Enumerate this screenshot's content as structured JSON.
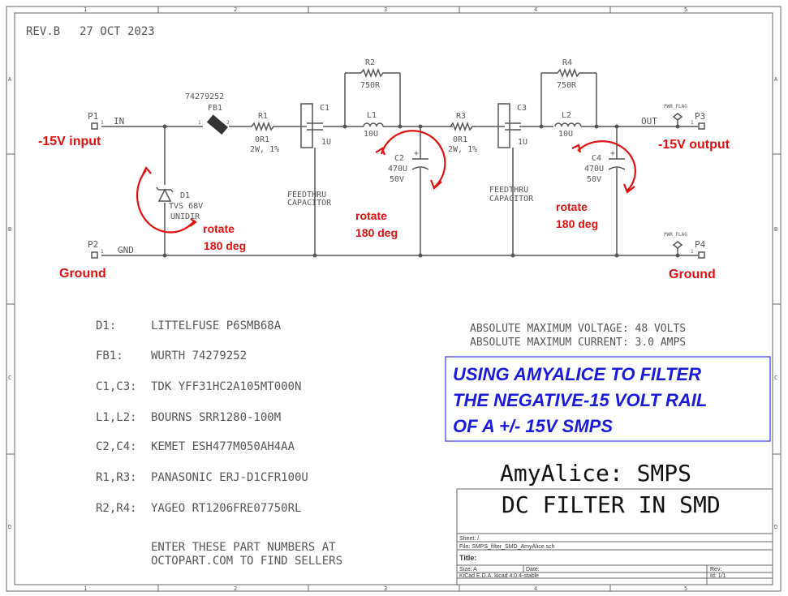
{
  "header": {
    "revision": "REV.B",
    "date": "27 OCT 2023"
  },
  "border": {
    "cols": [
      "1",
      "2",
      "3",
      "4",
      "5"
    ],
    "rows": [
      "A",
      "B",
      "C",
      "D"
    ]
  },
  "components": {
    "fb1": {
      "part": "74279252",
      "ref": "FB1",
      "pin1": "1",
      "pin2": "2"
    },
    "r1": {
      "ref": "R1",
      "value": "0R1",
      "rating": "2W, 1%"
    },
    "c1": {
      "ref": "C1",
      "value": "1U",
      "type": "FEEDTHRU",
      "type2": "CAPACITOR"
    },
    "r2": {
      "ref": "R2",
      "value": "750R"
    },
    "l1": {
      "ref": "L1",
      "value": "10U"
    },
    "c2": {
      "ref": "C2",
      "value": "470U",
      "voltage": "50V",
      "plus": "+"
    },
    "r3": {
      "ref": "R3",
      "value": "0R1",
      "rating": "2W, 1%"
    },
    "c3": {
      "ref": "C3",
      "value": "1U",
      "type": "FEEDTHRU",
      "type2": "CAPACITOR"
    },
    "r4": {
      "ref": "R4",
      "value": "750R"
    },
    "l2": {
      "ref": "L2",
      "value": "10U"
    },
    "c4": {
      "ref": "C4",
      "value": "470U",
      "voltage": "50V",
      "plus": "+"
    },
    "d1": {
      "ref": "D1",
      "value": "TVS 68V",
      "type": "UNIDIR"
    },
    "p1": {
      "ref": "P1",
      "pin": "1",
      "net": "IN"
    },
    "p2": {
      "ref": "P2",
      "pin": "1",
      "net": "GND"
    },
    "p3": {
      "ref": "P3",
      "pin": "1",
      "net": "OUT"
    },
    "p4": {
      "ref": "P4",
      "pin": "1"
    },
    "pwr_flag": "PWR_FLAG"
  },
  "annotations": {
    "input": "-15V input",
    "output": "-15V output",
    "ground_left": "Ground",
    "ground_right": "Ground",
    "rotate": "rotate",
    "deg": "180 deg"
  },
  "bom": [
    {
      "ref": "D1:",
      "part": "LITTELFUSE  P6SMB68A"
    },
    {
      "ref": "FB1:",
      "part": "WURTH  74279252"
    },
    {
      "ref": "C1,C3:",
      "part": "TDK  YFF31HC2A105MT000N"
    },
    {
      "ref": "L1,L2:",
      "part": " BOURNS  SRR1280-100M"
    },
    {
      "ref": "C2,C4:",
      "part": "KEMET  ESH477M050AH4AA"
    },
    {
      "ref": "R1,R3:",
      "part": "PANASONIC  ERJ-D1CFR100U"
    },
    {
      "ref": "R2,R4:",
      "part": "YAGEO  RT1206FRE07750RL"
    }
  ],
  "bom_note": {
    "line1": "ENTER THESE PART NUMBERS AT",
    "line2": "OCTOPART.COM TO FIND SELLERS"
  },
  "ratings": {
    "line1": "ABSOLUTE MAXIMUM VOLTAGE:  48 VOLTS",
    "line2": "ABSOLUTE MAXIMUM CURRENT:  3.0 AMPS"
  },
  "callout": {
    "line1": "USING AMYALICE TO FILTER",
    "line2": "THE NEGATIVE-15 VOLT RAIL",
    "line3": "OF A +/- 15V SMPS"
  },
  "title_block": {
    "title1": "AmyAlice:  SMPS",
    "title2": "DC FILTER IN SMD",
    "sheet": "Sheet: /",
    "file": "File: SMPS_filter_SMD_AmyAlice.sch",
    "title_label": "Title:",
    "size": "Size: A",
    "date_label": "Date:",
    "rev_label": "Rev:",
    "kicad": "KiCad E.D.A.  kicad 4.0.4-stable",
    "id": "Id: 1/1"
  },
  "colors": {
    "wire": "#555555",
    "annotation": "#e01010",
    "callout": "#1a1adb"
  }
}
